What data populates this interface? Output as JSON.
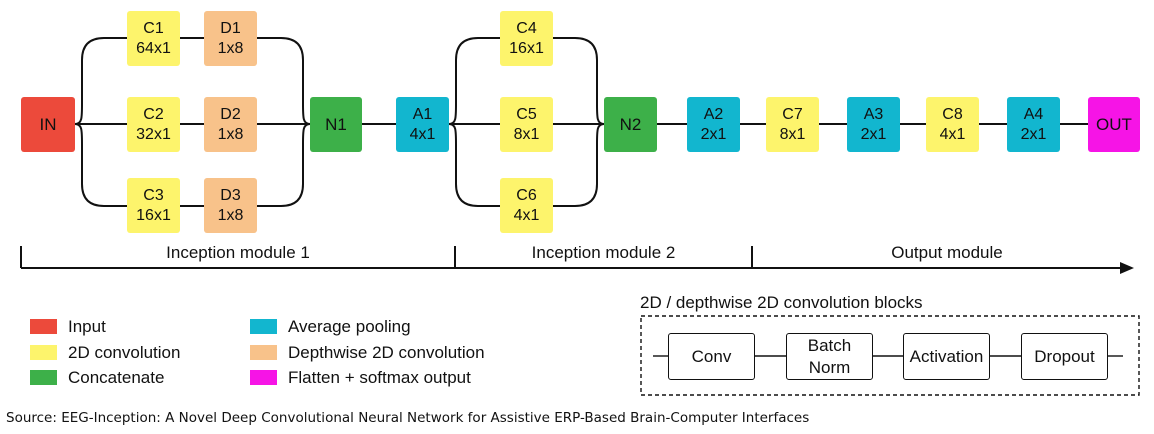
{
  "colors": {
    "input": "#ec4a3b",
    "conv2d": "#fdf46c",
    "concat": "#3db049",
    "avgpool": "#12b6cf",
    "depthwise": "#f8c28a",
    "output": "#f614e6"
  },
  "nodes": {
    "in": {
      "line1": "IN"
    },
    "c1": {
      "line1": "C1",
      "line2": "64x1"
    },
    "d1": {
      "line1": "D1",
      "line2": "1x8"
    },
    "c2": {
      "line1": "C2",
      "line2": "32x1"
    },
    "d2": {
      "line1": "D2",
      "line2": "1x8"
    },
    "c3": {
      "line1": "C3",
      "line2": "16x1"
    },
    "d3": {
      "line1": "D3",
      "line2": "1x8"
    },
    "n1": {
      "line1": "N1"
    },
    "a1": {
      "line1": "A1",
      "line2": "4x1"
    },
    "c4": {
      "line1": "C4",
      "line2": "16x1"
    },
    "c5": {
      "line1": "C5",
      "line2": "8x1"
    },
    "c6": {
      "line1": "C6",
      "line2": "4x1"
    },
    "n2": {
      "line1": "N2"
    },
    "a2": {
      "line1": "A2",
      "line2": "2x1"
    },
    "c7": {
      "line1": "C7",
      "line2": "8x1"
    },
    "a3": {
      "line1": "A3",
      "line2": "2x1"
    },
    "c8": {
      "line1": "C8",
      "line2": "4x1"
    },
    "a4": {
      "line1": "A4",
      "line2": "2x1"
    },
    "out": {
      "line1": "OUT"
    }
  },
  "modules": {
    "m1": "Inception module 1",
    "m2": "Inception module 2",
    "m3": "Output module"
  },
  "legend": {
    "input": "Input",
    "conv2d": "2D convolution",
    "concat": "Concatenate",
    "avgpool": "Average pooling",
    "depthwise": "Depthwise 2D convolution",
    "output": "Flatten + softmax output"
  },
  "block": {
    "title": "2D / depthwise 2D convolution blocks",
    "conv": "Conv",
    "bn1": "Batch",
    "bn2": "Norm",
    "act": "Activation",
    "drop": "Dropout"
  },
  "source": "Source: EEG-Inception: A Novel Deep Convolutional Neural Network for Assistive ERP-Based Brain-Computer Interfaces"
}
